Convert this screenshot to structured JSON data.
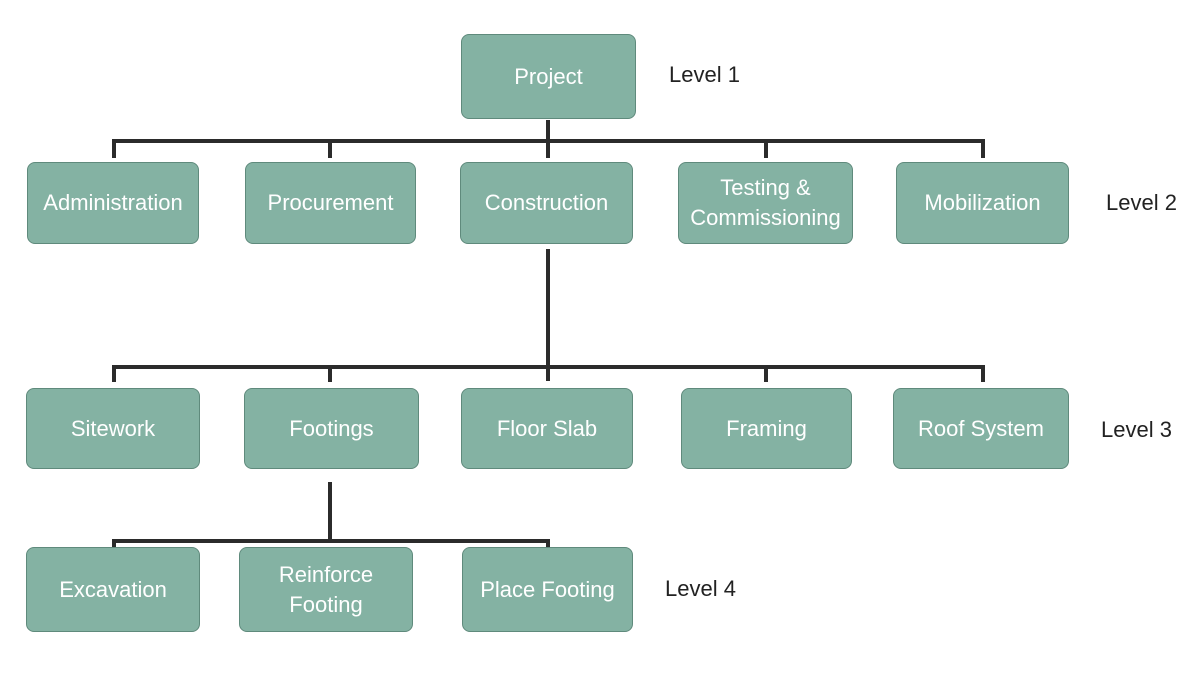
{
  "levels": {
    "level1": "Level 1",
    "level2": "Level 2",
    "level3": "Level 3",
    "level4": "Level 4"
  },
  "nodes": {
    "project": "Project",
    "administration": "Administration",
    "procurement": "Procurement",
    "construction": "Construction",
    "testing_commissioning": "Testing &\nCommissioning",
    "mobilization": "Mobilization",
    "sitework": "Sitework",
    "footings": "Footings",
    "floor_slab": "Floor Slab",
    "framing": "Framing",
    "roof_system": "Roof System",
    "excavation": "Excavation",
    "reinforce_footing": "Reinforce\nFooting",
    "place_footing": "Place Footing"
  },
  "colors": {
    "box_fill": "#84b2a3",
    "box_border": "#5f8a7c",
    "box_text": "#ffffff",
    "connector": "#2b2b2b",
    "level_text": "#222222"
  }
}
